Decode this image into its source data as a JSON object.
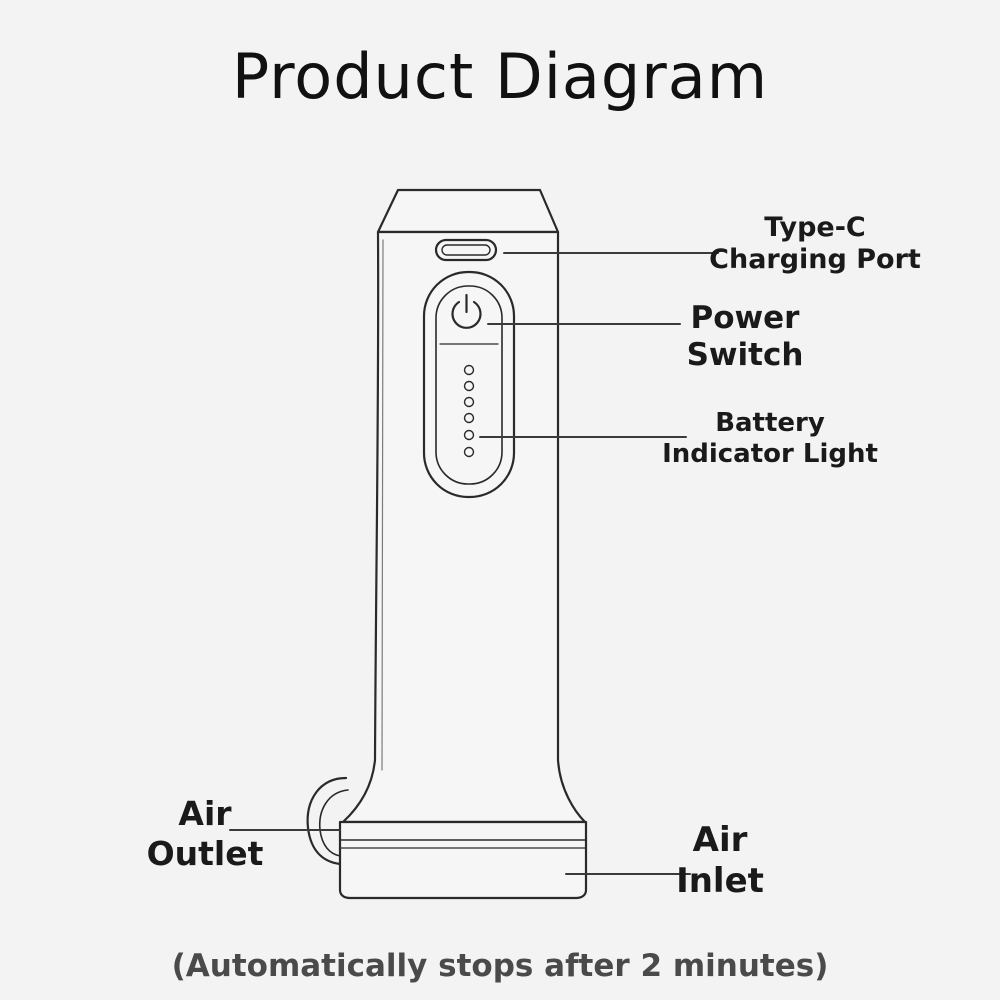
{
  "title": "Product Diagram",
  "labels": {
    "type_c": [
      "Type-C",
      "Charging Port"
    ],
    "power_switch": [
      "Power",
      "Switch"
    ],
    "battery_indicator": [
      "Battery",
      "Indicator Light"
    ],
    "air_outlet": [
      "Air",
      "Outlet"
    ],
    "air_inlet": [
      "Air",
      "Inlet"
    ]
  },
  "footer": "(Automatically stops after 2 minutes)",
  "battery_led_count": 6,
  "colors": {
    "background": "#f3f3f3",
    "outline": "#2a2a2a",
    "text": "#111111",
    "footer_text": "#4a4a4a"
  }
}
